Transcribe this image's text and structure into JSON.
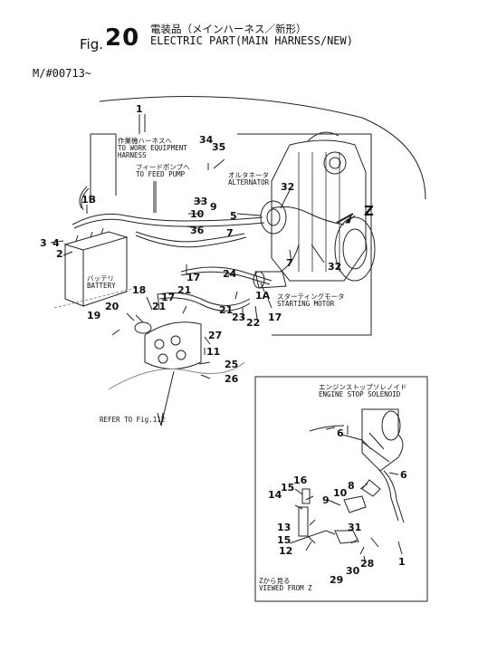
{
  "header": {
    "fig_prefix": "Fig.",
    "fig_number": "20",
    "title_jp": "電装品（メインハーネス／新形）",
    "title_en": "ELECTRIC PART(MAIN HARNESS/NEW)"
  },
  "serial": "M/#00713~",
  "annotations": {
    "work_equipment_jp": "作業機ハーネスへ",
    "work_equipment_en1": "TO WORK EQUIPMENT",
    "work_equipment_en2": "HARNESS",
    "feed_pump_jp": "フィードポンプへ",
    "feed_pump_en": "TO FEED PUMP",
    "alternator_jp": "オルタネータ",
    "alternator_en": "ALTERNATOR",
    "battery_jp": "バッテリ",
    "battery_en": "BATTERY",
    "starting_motor_jp": "スターティングモータ",
    "starting_motor_en": "STARTING MOTOR",
    "refer": "REFER TO Fig.112",
    "stop_solenoid_jp": "エンジンストップソレノイド",
    "stop_solenoid_en": "ENGINE STOP SOLENOID",
    "view_z_jp": "Zから見る",
    "view_z_en": "VIEWED FROM Z",
    "z_label": "Z"
  },
  "callouts": {
    "c1": "1",
    "c1b": "1B",
    "c1a": "1A",
    "c2": "2",
    "c3": "3",
    "c4": "4",
    "c5": "5",
    "c7a": "7",
    "c7b": "7",
    "c9": "9",
    "c10": "10",
    "c11": "11",
    "c17a": "17",
    "c17b": "17",
    "c17c": "17",
    "c18": "18",
    "c19": "19",
    "c20": "20",
    "c21a": "21",
    "c21b": "21",
    "c21c": "21",
    "c22": "22",
    "c23": "23",
    "c24": "24",
    "c25": "25",
    "c26": "26",
    "c27": "27",
    "c32a": "32",
    "c32b": "32",
    "c33": "33",
    "c34": "34",
    "c35": "35",
    "c36": "36",
    "d1": "1",
    "d6a": "6",
    "d6b": "6",
    "d8": "8",
    "d9": "9",
    "d10": "10",
    "d12": "12",
    "d13": "13",
    "d14": "14",
    "d15a": "15",
    "d15b": "15",
    "d16": "16",
    "d28": "28",
    "d29": "29",
    "d30": "30",
    "d31": "31"
  }
}
